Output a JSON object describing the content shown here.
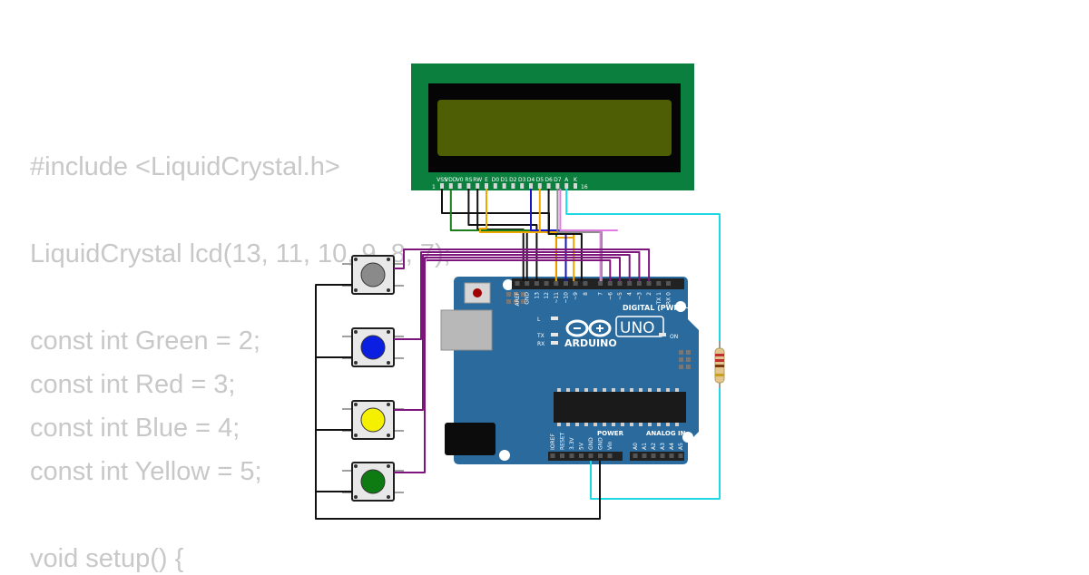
{
  "code_lines": [
    "#include <LiquidCrystal.h>",
    "",
    "LiquidCrystal lcd(13, 11, 10, 9, 8, 7);",
    "",
    "const int Green = 2;",
    "const int Red = 3;",
    "const int Blue = 4;",
    "const int Yellow = 5;",
    "",
    "void setup() {"
  ],
  "lcd": {
    "pin_labels": [
      "VSS",
      "VDD",
      "V0",
      "RS",
      "RW",
      "E",
      "D0",
      "D1",
      "D2",
      "D3",
      "D4",
      "D5",
      "D6",
      "D7",
      "A",
      "K"
    ],
    "pin_first": "1",
    "pin_last": "16"
  },
  "arduino": {
    "brand": "ARDUINO",
    "model": "UNO",
    "digital_header_label": "DIGITAL (PWM ~)",
    "digital_pins": [
      "AREF",
      "GND",
      "13",
      "12",
      "~11",
      "~10",
      "~9",
      "8",
      "7",
      "~6",
      "~5",
      "4",
      "~3",
      "2",
      "TX 1",
      "RX 0"
    ],
    "led_labels": [
      "L",
      "TX",
      "RX"
    ],
    "on_label": "ON",
    "power_label": "POWER",
    "power_pins": [
      "IOREF",
      "RESET",
      "3.3V",
      "5V",
      "GND",
      "GND",
      "Vin"
    ],
    "analog_label": "ANALOG IN",
    "analog_pins": [
      "A0",
      "A1",
      "A2",
      "A3",
      "A4",
      "A5"
    ]
  },
  "buttons": [
    {
      "name": "gray",
      "color": "#8a8a8a"
    },
    {
      "name": "blue",
      "color": "#0b1fe0"
    },
    {
      "name": "yellow",
      "color": "#f4f000"
    },
    {
      "name": "green",
      "color": "#0d7a12"
    }
  ],
  "colors": {
    "board": "#2a6a9d",
    "lcd_pcb": "#0b7f3e",
    "lcd_screen": "#4e5e05",
    "wire_button": "#7d157d",
    "wire_power": "#1ed8e6",
    "wire_black": "#111111",
    "wire_green": "#1b7d1b",
    "wire_orange": "#f0a800",
    "wire_blue": "#1515c8",
    "wire_gray": "#8c8c8c",
    "wire_pink": "#e07ae0"
  }
}
